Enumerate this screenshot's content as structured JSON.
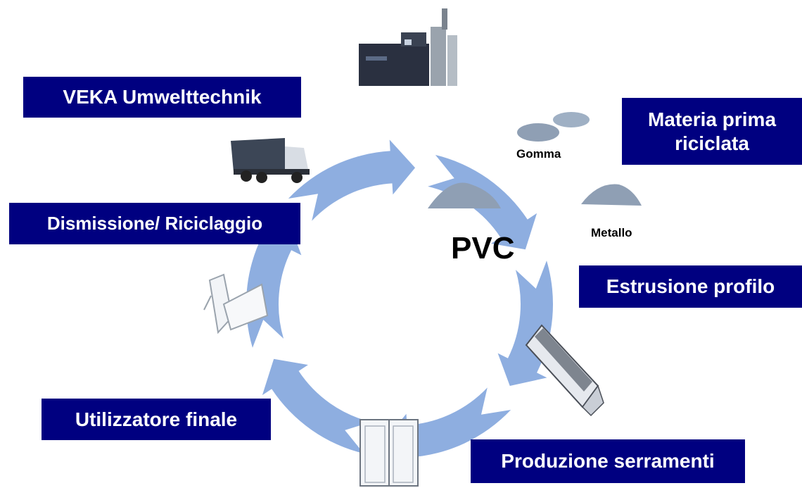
{
  "colors": {
    "label_background": "#000080",
    "label_text": "#ffffff",
    "cycle_arrow": "#8eaee0",
    "material_pile": "#8f9fb4"
  },
  "center_label": "PVC",
  "stages": [
    {
      "label": "VEKA Umwelttechnik",
      "icon": "recycling-plant-icon"
    },
    {
      "label": "Materia prima riciclata",
      "icon": "granulate-piles-icon"
    },
    {
      "label": "Estrusione profilo",
      "icon": "pvc-profile-icon"
    },
    {
      "label": "Produzione serramenti",
      "icon": "window-frame-icon"
    },
    {
      "label": "Utilizzatore finale",
      "icon": "opened-window-icon"
    },
    {
      "label": "Dismissione/ Riciclaggio",
      "icon": "recycling-truck-icon"
    }
  ],
  "material_labels": {
    "rubber": "Gomma",
    "metal": "Metallo"
  }
}
